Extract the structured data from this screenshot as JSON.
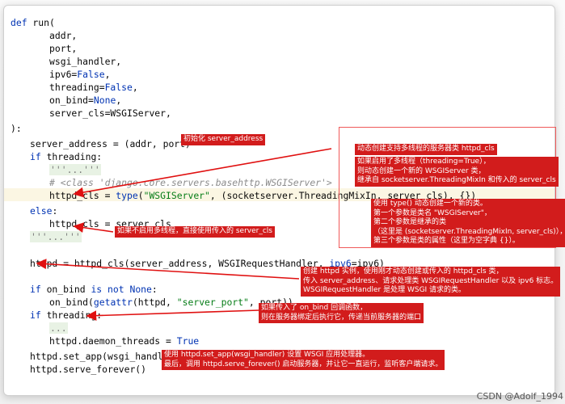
{
  "code": {
    "l1_def": "def",
    "l1_rest": " run(",
    "l2": "addr,",
    "l3": "port,",
    "l4": "wsgi_handler,",
    "l5_a": "ipv6=",
    "l5_b": "False",
    "l5_c": ",",
    "l6_a": "threading=",
    "l6_b": "False",
    "l6_c": ",",
    "l7_a": "on_bind=",
    "l7_b": "None",
    "l7_c": ",",
    "l8": "server_cls=WSGIServer,",
    "l9": "):",
    "l10": "server_address = (addr, port)",
    "l11_kw": "if",
    "l11_rest": " threading:",
    "l12_fold": "'''...'''",
    "l13": "# <class 'django.core.servers.basehttp.WSGIServer'>",
    "l14_a": "httpd_cls = ",
    "l14_fn": "type",
    "l14_b": "(",
    "l14_str": "\"WSGIServer\"",
    "l14_c": ", (socketserver.ThreadingMixIn, server_cls), {})",
    "l15_kw": "else",
    "l15_rest": ":",
    "l16": "httpd_cls = server_cls",
    "l17_fold": "'''...'''",
    "l18_a": "httpd = httpd_cls(server_address, WSGIRequestHandler, ",
    "l18_kw": "ipv6",
    "l18_b": "=ipv6)",
    "l19_kw1": "if",
    "l19_a": " on_bind ",
    "l19_kw2": "is not",
    "l19_sp": " ",
    "l19_kw3": "None",
    "l19_b": ":",
    "l20_a": "on_bind(",
    "l20_fn": "getattr",
    "l20_b": "(httpd, ",
    "l20_str": "\"server_port\"",
    "l20_c": ", port))",
    "l21_kw": "if",
    "l21_rest": " threading:",
    "l22_fold": "...",
    "l23_a": "httpd.daemon_threads = ",
    "l23_kw": "True",
    "l24": "httpd.set_app(wsgi_handler)",
    "l25": "httpd.serve_forever()"
  },
  "annotations": {
    "a1": "初始化 server_address",
    "a2": "动态创建支持多线程的服务器类 httpd_cls",
    "a3": "如果启用了多线程（threading=True），\n则动态创建一个新的 WSGIServer 类，\n继承自 socketserver.ThreadingMixIn 和传入的 server_cls",
    "a4": "使用 type() 动态创建一个新的类。\n第一个参数是类名 \"WSGIServer\"，\n第二个参数是继承的类\n（这里是 (socketserver.ThreadingMixIn, server_cls)），\n第三个参数是类的属性（这里为空字典 {}）。",
    "a5": "如果不启用多线程，直接使用传入的 server_cls",
    "a6": "创建 httpd 实例，使用刚才动态创建或传入的 httpd_cls 类，\n传入 server_address、请求处理类 WSGIRequestHandler 以及 ipv6 标志。\nWSGIRequestHandler 是处理 WSGI 请求的类。",
    "a7": "如果传入了 on_bind 回调函数，\n则在服务器绑定后执行它，传递当前服务器的端口",
    "a8": "使用 httpd.set_app(wsgi_handler) 设置 WSGI 应用处理器。\n最后，调用 httpd.serve_forever() 启动服务器，并让它一直运行，监听客户端请求。"
  },
  "watermark": "CSDN @Adolf_1994",
  "colors": {
    "keyword": "#0033b3",
    "string": "#067d17",
    "comment": "#8c8c8c",
    "annotation_bg": "#d21c1c",
    "arrow": "#e01010"
  }
}
